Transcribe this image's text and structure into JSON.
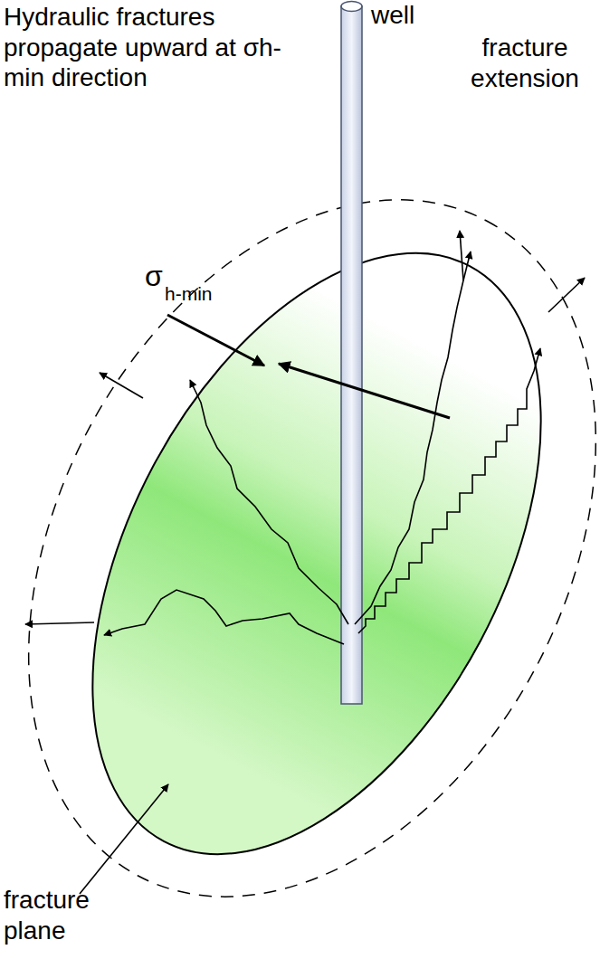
{
  "diagram": {
    "labels": [
      "Hydraulic fractures propagate upward at σh-min direction",
      "well",
      "fracture extension",
      "σ",
      "h-min",
      "fracture plane"
    ]
  }
}
